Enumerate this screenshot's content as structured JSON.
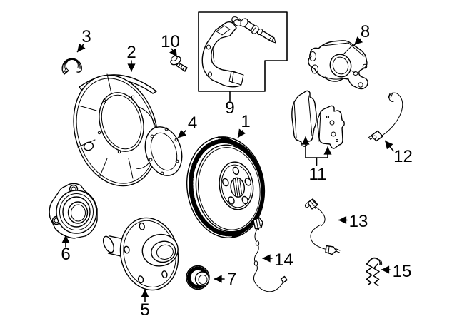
{
  "diagram": {
    "background_color": "#ffffff",
    "line_color": "#000000",
    "callouts": [
      {
        "number": "1"
      },
      {
        "number": "2"
      },
      {
        "number": "3"
      },
      {
        "number": "4"
      },
      {
        "number": "5"
      },
      {
        "number": "6"
      },
      {
        "number": "7"
      },
      {
        "number": "8"
      },
      {
        "number": "9"
      },
      {
        "number": "10"
      },
      {
        "number": "11"
      },
      {
        "number": "12"
      },
      {
        "number": "13"
      },
      {
        "number": "14"
      },
      {
        "number": "15"
      }
    ]
  }
}
